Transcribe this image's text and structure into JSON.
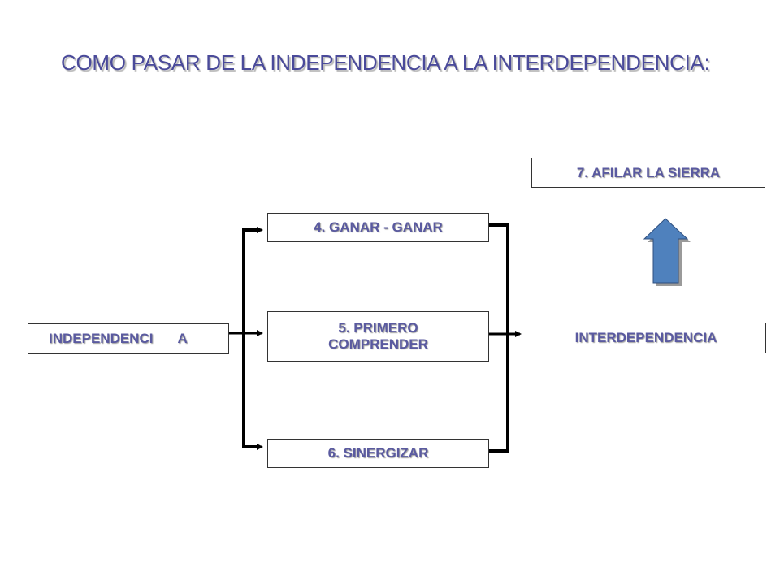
{
  "title": "COMO PASAR DE LA INDEPENDENCIA A LA INTERDEPENDENCIA:",
  "boxes": {
    "independence_part1": "INDEPENDENCI",
    "independence_part2": "A",
    "ganar": "4. GANAR - GANAR",
    "comprender_line1": "5. PRIMERO",
    "comprender_line2": "COMPRENDER",
    "sinergizar": "6. SINERGIZAR",
    "interdependence": "INTERDEPENDENCIA",
    "sierra": "7. AFILAR LA SIERRA"
  },
  "colors": {
    "text": "#5a5aa0",
    "arrow_up_fill": "#4f81bd",
    "connector": "#000000"
  }
}
